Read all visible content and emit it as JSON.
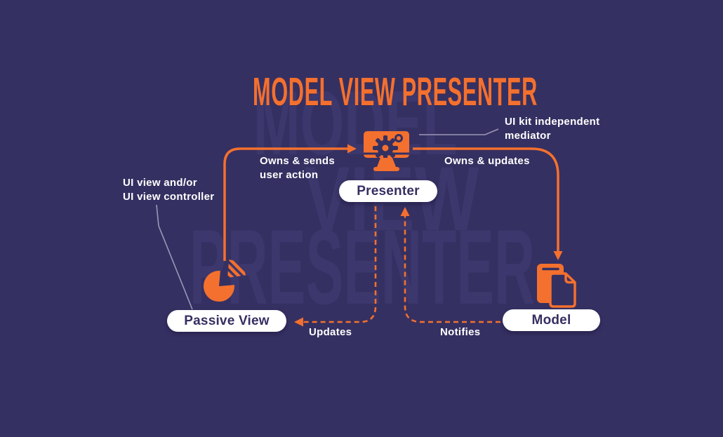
{
  "title": "MODEL VIEW PRESENTER",
  "watermark": {
    "line1": "MODEL",
    "line2": "VIEW",
    "line3": "PRESENTER"
  },
  "nodes": {
    "passive_view": {
      "label": "Passive View",
      "icon": "pie-chart-icon"
    },
    "presenter": {
      "label": "Presenter",
      "icon": "monitor-gear-icon"
    },
    "model": {
      "label": "Model",
      "icon": "documents-icon"
    }
  },
  "edges": {
    "view_to_presenter": {
      "label": "Owns & sends\nuser action",
      "style": "solid"
    },
    "presenter_to_model": {
      "label": "Owns & updates",
      "style": "solid"
    },
    "presenter_to_view": {
      "label": "Updates",
      "style": "dashed"
    },
    "model_to_presenter": {
      "label": "Notifies",
      "style": "dashed"
    }
  },
  "annotations": {
    "passive_view_note": "UI view and/or\nUI view controller",
    "presenter_note": "UI kit independent\nmediator"
  },
  "colors": {
    "background": "#353062",
    "accent_orange": "#F4702E",
    "watermark": "#3C376C",
    "pill_background": "#FFFFFF",
    "pill_text": "#362F62",
    "note_line": "#9B97B5",
    "label_text": "#FFFFFF"
  }
}
